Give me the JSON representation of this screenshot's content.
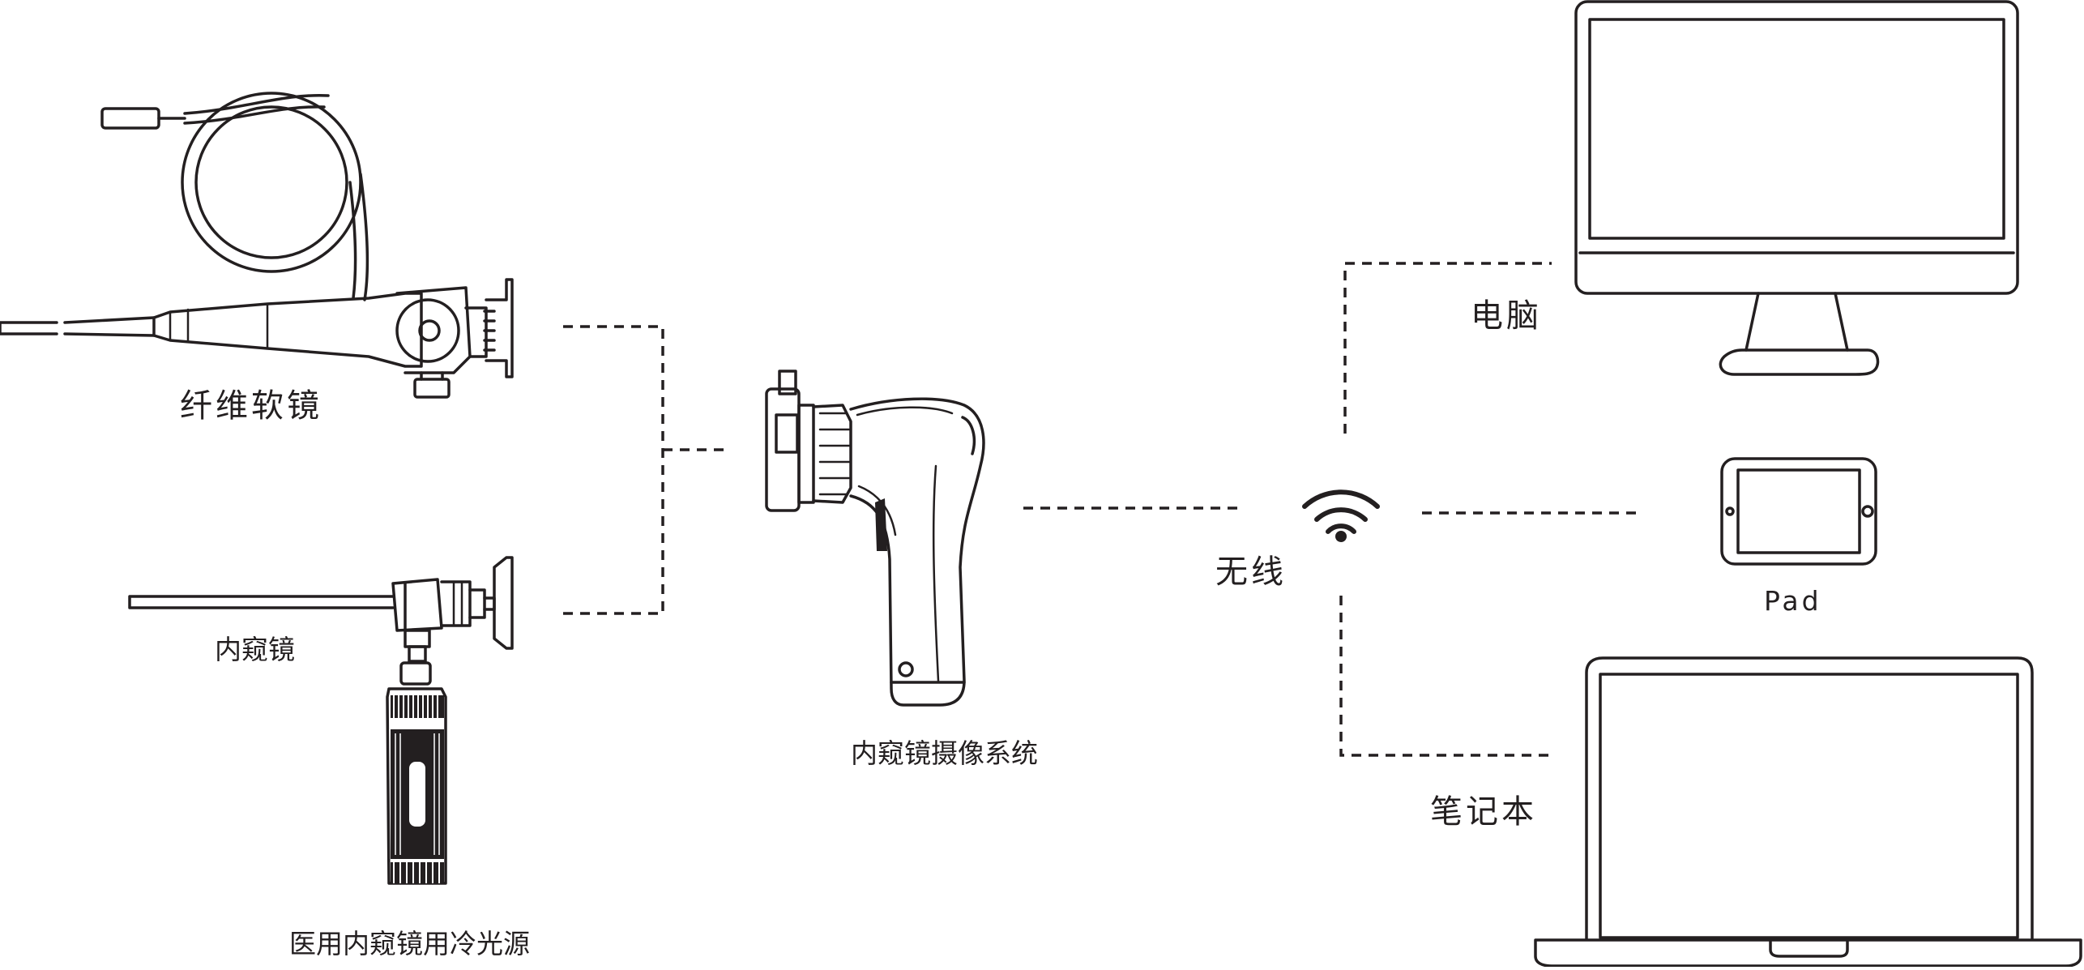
{
  "labels": {
    "fiber_scope": "纤维软镜",
    "rigid_scope": "内窥镜",
    "cold_light": "医用内窥镜用冷光源",
    "camera_system": "内窥镜摄像系统",
    "wireless": "无线",
    "computer": "电脑",
    "pad": "Pad",
    "laptop": "笔记本"
  },
  "icons": {
    "fiber_scope": "flexible-fiberscope-icon",
    "rigid_scope": "rigid-endoscope-icon",
    "cold_light": "cold-light-source-icon",
    "camera": "endoscope-camera-handle-icon",
    "wireless": "wifi-icon",
    "computer": "desktop-monitor-icon",
    "pad": "tablet-icon",
    "laptop": "laptop-icon"
  },
  "colors": {
    "line": "#231f20",
    "background": "#ffffff"
  }
}
